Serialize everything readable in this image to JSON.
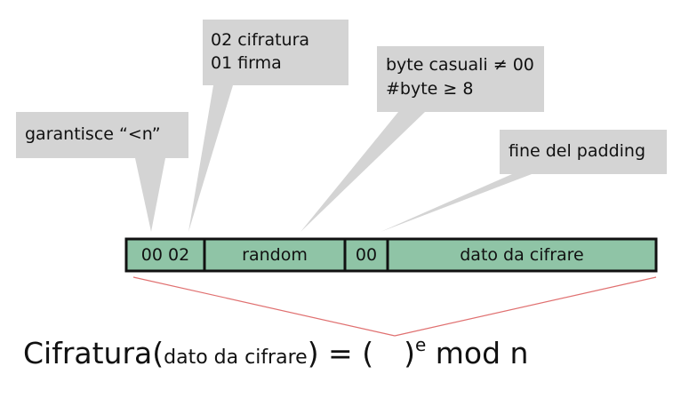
{
  "colors": {
    "callout_bg": "#d4d4d4",
    "field_fill": "#8fc4a6",
    "field_border": "#111111",
    "bracket_line": "#e07070"
  },
  "callouts": {
    "garantisce": "garantisce “<n”",
    "tipo": [
      "02 cifratura",
      "01 firma"
    ],
    "random": [
      "byte casuali ≠ 00",
      "#byte ≥ 8"
    ],
    "fine": "fine del padding"
  },
  "fields": [
    {
      "label": "00 02"
    },
    {
      "label": "random"
    },
    {
      "label": "00"
    },
    {
      "label": "dato da cifrare"
    }
  ],
  "formula": {
    "func": "Cifratura(",
    "arg": "dato da cifrare",
    "mid": ") = (",
    "close": ")",
    "exp": "e",
    "tail": " mod n"
  }
}
